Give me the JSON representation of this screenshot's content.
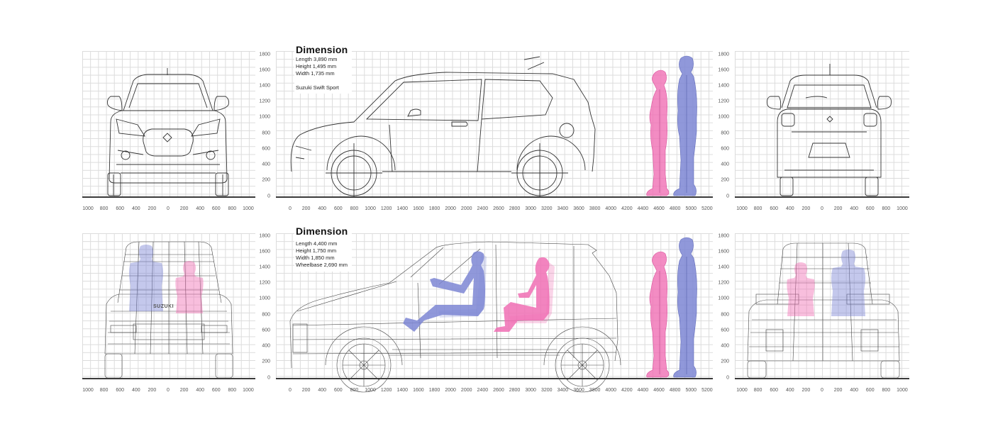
{
  "colors": {
    "background": "#ffffff",
    "grid": "#dcdcdc",
    "baseline": "#3a3a3a",
    "female_figure": "#f06fb4",
    "male_figure": "#7c86d4",
    "linework": "#333333"
  },
  "x_axis_lateral": [
    "1000",
    "800",
    "600",
    "400",
    "200",
    "0",
    "200",
    "400",
    "600",
    "800",
    "1000"
  ],
  "x_axis_longitudinal": [
    "0",
    "200",
    "400",
    "600",
    "800",
    "1000",
    "1200",
    "1400",
    "1600",
    "1800",
    "2000",
    "2000",
    "2400",
    "2600",
    "2800",
    "3000",
    "3200",
    "3400",
    "3600",
    "3800",
    "4000",
    "4200",
    "4400",
    "4600",
    "4800",
    "5000",
    "5200"
  ],
  "y_axis": [
    "1800",
    "1600",
    "1400",
    "1200",
    "1000",
    "800",
    "600",
    "400",
    "200",
    "0"
  ],
  "top_row": {
    "title": "Dimension",
    "specs": [
      "Length 3,890 mm",
      "Height 1,495 mm",
      "Width 1,735 mm"
    ],
    "model": "Suzuki Swift Sport",
    "views": [
      "front-view",
      "side-view",
      "rear-view"
    ]
  },
  "bottom_row": {
    "title": "Dimension",
    "specs": [
      "Length 4,400 mm",
      "Height 1,750 mm",
      "Width 1,850 mm",
      "Wheelbase 2,690 mm"
    ],
    "badge": "SUZUKI",
    "views": [
      "front-wireframe-view",
      "side-wireframe-view",
      "rear-wireframe-view"
    ]
  },
  "chart_data": [
    {
      "type": "table",
      "title": "Dimension — Suzuki Swift Sport",
      "rows": [
        {
          "dimension": "Length",
          "value_mm": 3890
        },
        {
          "dimension": "Height",
          "value_mm": 1495
        },
        {
          "dimension": "Width",
          "value_mm": 1735
        }
      ],
      "xlim": [
        0,
        5200
      ],
      "ylim": [
        0,
        1800
      ],
      "grid": true
    },
    {
      "type": "table",
      "title": "Dimension — concept SUV",
      "rows": [
        {
          "dimension": "Length",
          "value_mm": 4400
        },
        {
          "dimension": "Height",
          "value_mm": 1750
        },
        {
          "dimension": "Width",
          "value_mm": 1850
        },
        {
          "dimension": "Wheelbase",
          "value_mm": 2690
        }
      ],
      "xlim": [
        0,
        5200
      ],
      "ylim": [
        0,
        1800
      ],
      "grid": true
    }
  ]
}
